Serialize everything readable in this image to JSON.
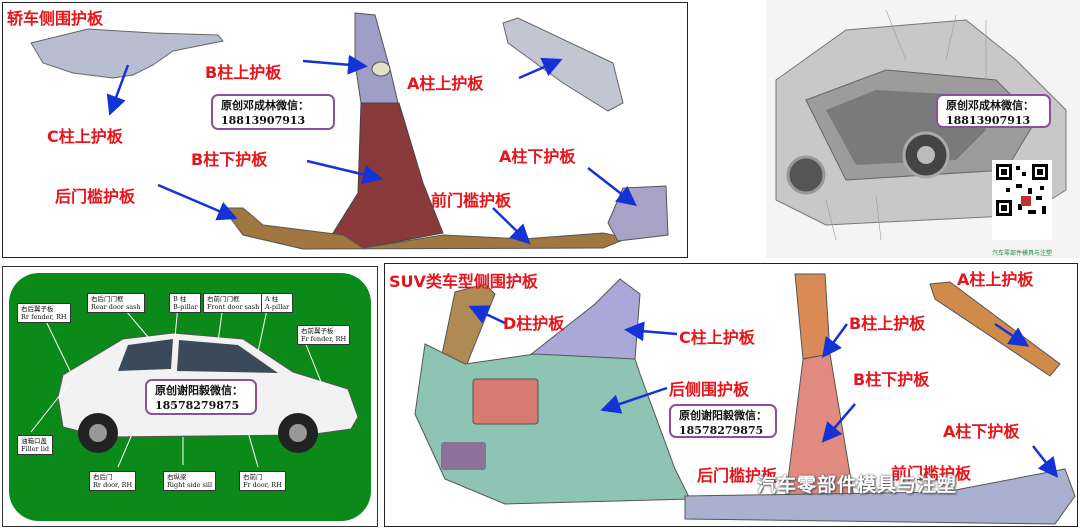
{
  "colors": {
    "label_red": "#e8141b",
    "arrow_blue": "#1433d6",
    "box_purple": "#8a4fa0",
    "bg_green": "#0b8a1a"
  },
  "sedan": {
    "title": "轿车侧围护板",
    "labels": {
      "c_pillar_upper": "C柱上护板",
      "b_pillar_upper": "B柱上护板",
      "a_pillar_upper": "A柱上护板",
      "b_pillar_lower": "B柱下护板",
      "a_pillar_lower": "A柱下护板",
      "rear_sill": "后门槛护板",
      "front_sill": "前门槛护板"
    },
    "contact": {
      "line1": "原创邓成林微信：",
      "line2": "18813907913"
    }
  },
  "cutaway": {
    "contact": {
      "line1": "原创邓成林微信：",
      "line2": "18813907913"
    },
    "footer": "汽车零部件模具与注塑"
  },
  "hatchback": {
    "tags": {
      "rr_fender": {
        "cn": "右后翼子板",
        "en": "Rr fender, RH"
      },
      "rear_sash": {
        "cn": "右后门门框",
        "en": "Rear door sash"
      },
      "b_pillar": {
        "cn": "B 柱",
        "en": "B-pillar"
      },
      "front_sash": {
        "cn": "右前门门框",
        "en": "Front door sash"
      },
      "a_pillar": {
        "cn": "A 柱",
        "en": "A-pillar"
      },
      "fr_fender": {
        "cn": "右前翼子板",
        "en": "Fr fender, RH"
      },
      "filler_lid": {
        "cn": "油箱口盖",
        "en": "Filler lid"
      },
      "rr_door": {
        "cn": "右后门",
        "en": "Rr door, RH"
      },
      "side_sill": {
        "cn": "右纵梁",
        "en": "Right side sill"
      },
      "fr_door": {
        "cn": "右前门",
        "en": "Fr door, RH"
      }
    },
    "contact": {
      "line1": "原创谢阳毅微信：",
      "line2": "18578279875"
    }
  },
  "suv": {
    "title": "SUV类车型侧围护板",
    "labels": {
      "d_pillar": "D柱护板",
      "c_pillar_upper": "C柱上护板",
      "b_pillar_upper": "B柱上护板",
      "a_pillar_upper": "A柱上护板",
      "b_pillar_lower": "B柱下护板",
      "rear_side": "后侧围护板",
      "a_pillar_lower": "A柱下护板",
      "rear_sill": "后门槛护板",
      "front_sill": "前门槛护板"
    },
    "contact": {
      "line1": "原创谢阳毅微信：",
      "line2": "18578279875"
    },
    "watermark": "汽车零部件模具与注塑"
  }
}
